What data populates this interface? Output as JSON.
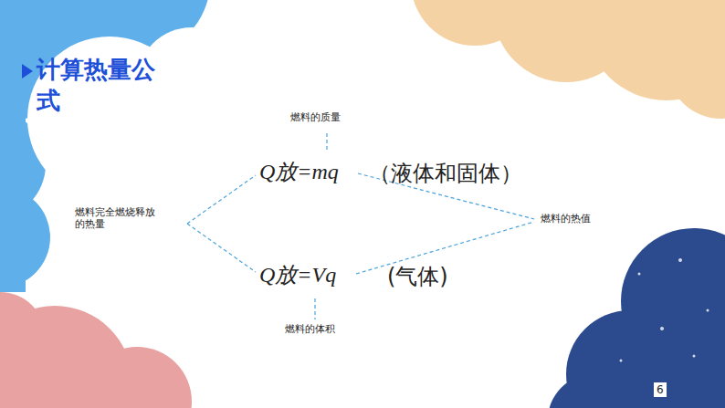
{
  "diagram": {
    "title": "计算热量公式",
    "labels": [
      "燃料的质量",
      "Q放=mq",
      "（液体和固体）",
      "燃料完全燃烧释放的热量",
      "燃料的热值",
      "Q放=Vq",
      "(气体)",
      "燃料的体积",
      "6"
    ]
  }
}
